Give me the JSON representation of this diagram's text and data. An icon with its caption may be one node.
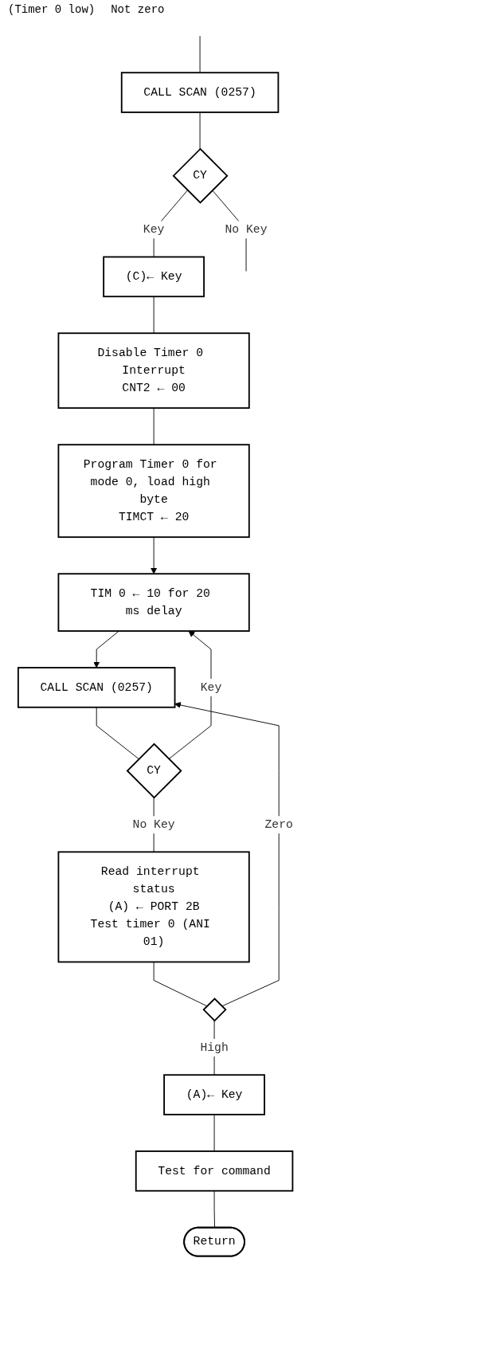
{
  "diagram": {
    "nodes": [
      {
        "text": [
          "CALL SCAN (0257)"
        ]
      },
      {
        "text": [
          "CY"
        ]
      },
      {
        "text": [
          "(C)← Key"
        ]
      },
      {
        "text": [
          "Disable Timer 0 Interrupt",
          "CNT2 ← 00"
        ]
      },
      {
        "text": [
          "Program Timer 0 for mode 0, load high byte",
          "TIMCT ← 20"
        ]
      },
      {
        "text": [
          "TIM 0 ← 10 for 20 ms delay"
        ]
      },
      {
        "text": [
          "CALL SCAN (0257)"
        ]
      },
      {
        "text": [
          "CY"
        ]
      },
      {
        "text": [
          "Read interrupt status",
          "(A) ← PORT 2B",
          "Test timer 0 (ANI 01)"
        ]
      },
      {
        "text": [],
        "shape": "diamond"
      },
      {
        "text": [
          "(A)← Key"
        ]
      },
      {
        "text": [
          "Test for command"
        ]
      },
      {
        "text": [
          "Return"
        ]
      }
    ],
    "edges": [
      {
        "from": null,
        "to": 0,
        "arrow": "none"
      },
      {
        "from": 0,
        "to": 1,
        "arrow": "none"
      },
      {
        "from": 1,
        "to": null,
        "arrow": "none",
        "label": "No Key"
      },
      {
        "from": 1,
        "to": 2,
        "arrow": "none",
        "label": "Key"
      },
      {
        "from": 2,
        "to": 3,
        "arrow": "none"
      },
      {
        "from": 3,
        "to": 4,
        "arrow": "none"
      },
      {
        "from": 4,
        "to": 5,
        "arrow": "to"
      },
      {
        "from": 5,
        "to": 6,
        "arrow": "to"
      },
      {
        "from": 6,
        "to": 7,
        "arrow": "none"
      },
      {
        "from": 7,
        "to": 5,
        "arrow": "to",
        "label": "Key"
      },
      {
        "from": 7,
        "to": 8,
        "arrow": "none",
        "label": "No Key"
      },
      {
        "from": 8,
        "to": 9,
        "arrow": "none"
      },
      {
        "from": 9,
        "to": 6,
        "arrow": "to",
        "label": "Zero"
      },
      {
        "from": 9,
        "to": 10,
        "arrow": "none",
        "label": "High"
      },
      {
        "from": 10,
        "to": 11,
        "arrow": "none"
      },
      {
        "from": 11,
        "to": 12,
        "arrow": "none"
      }
    ],
    "labels": [
      "(Timer 0 low)",
      "Not zero"
    ]
  }
}
